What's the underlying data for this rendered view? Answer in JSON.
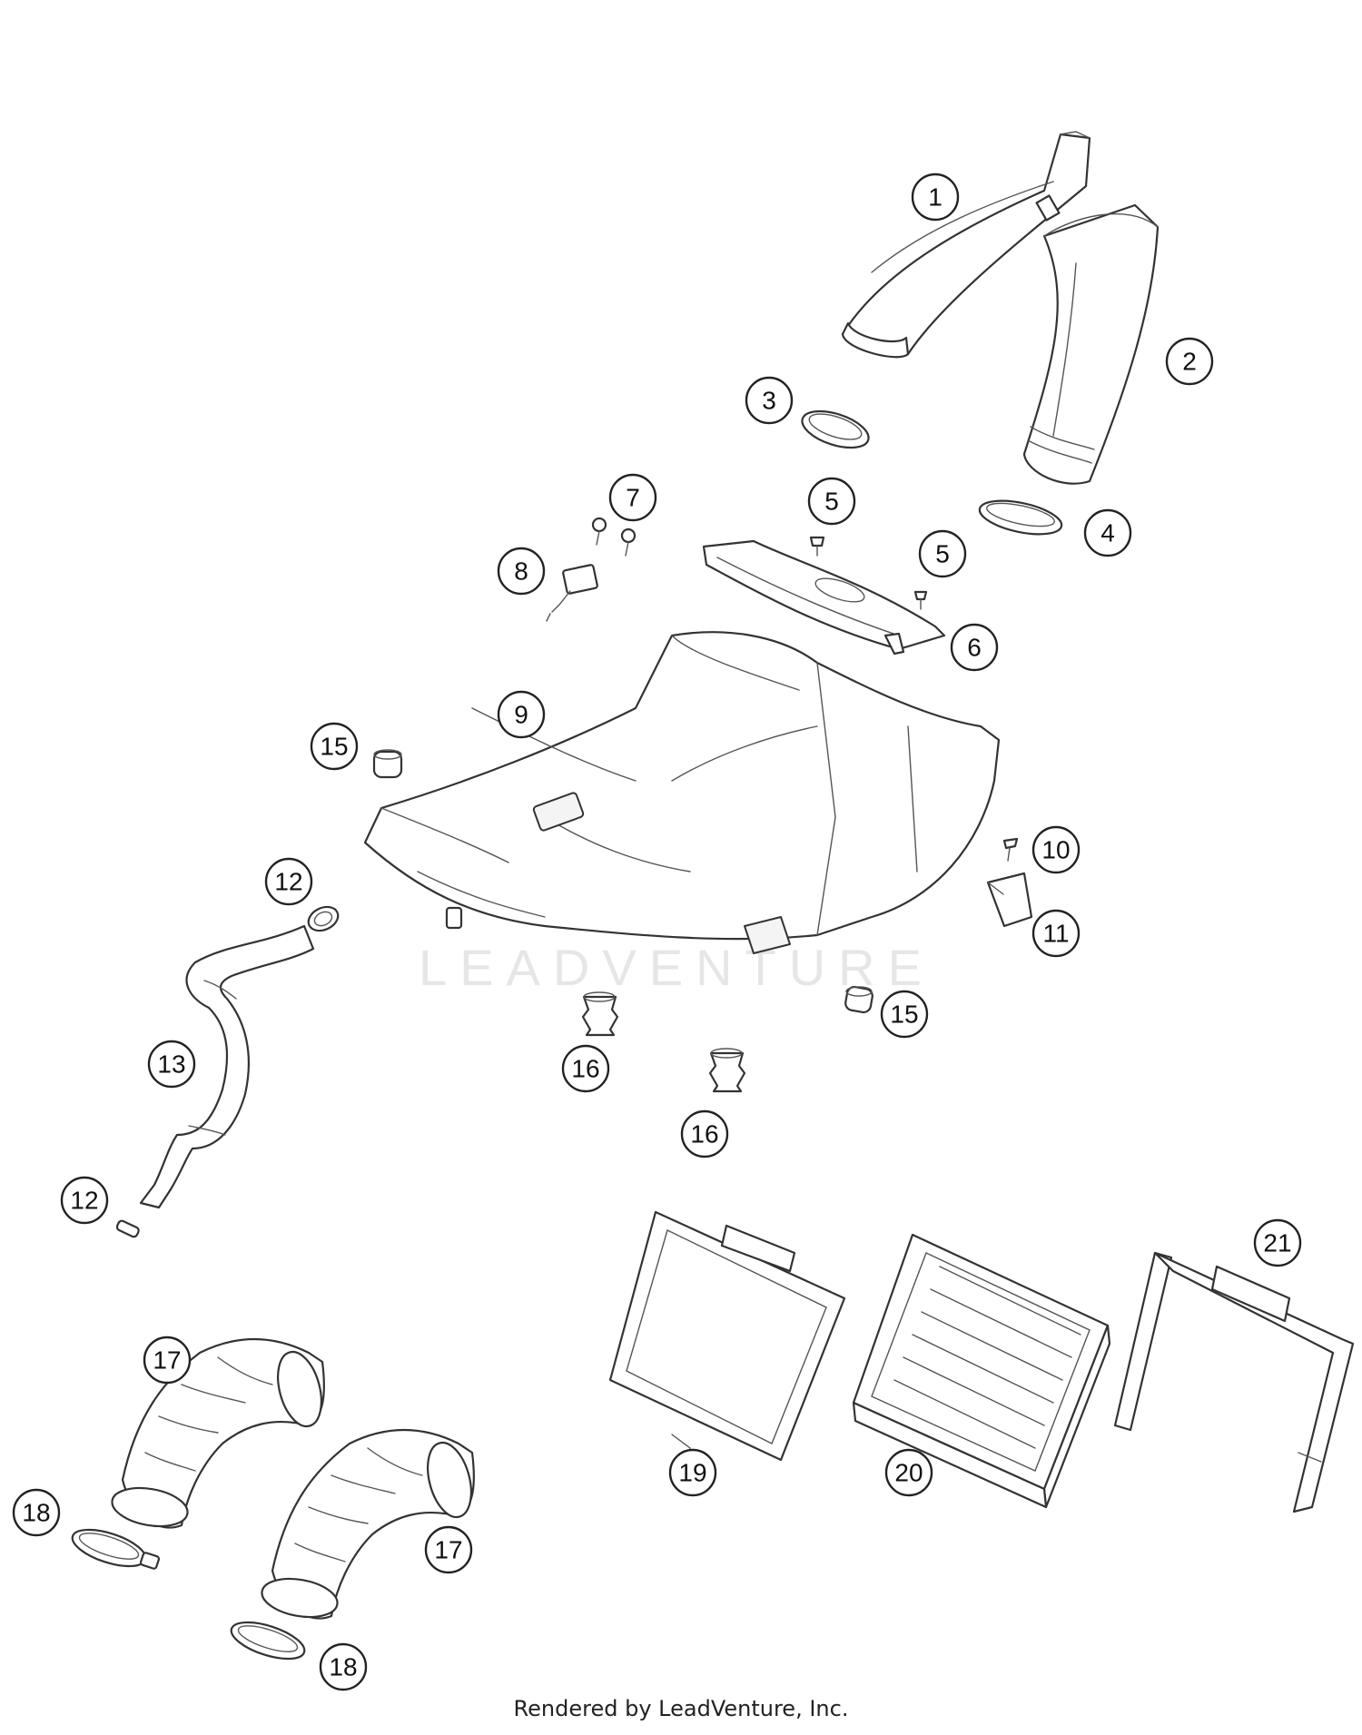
{
  "watermark": "LEADVENTURE",
  "credit": "Rendered by LeadVenture, Inc.",
  "callouts": [
    "1",
    "2",
    "3",
    "4",
    "5",
    "5",
    "6",
    "7",
    "8",
    "9",
    "10",
    "11",
    "12",
    "12",
    "13",
    "15",
    "15",
    "16",
    "16",
    "17",
    "17",
    "18",
    "18",
    "19",
    "20",
    "21"
  ]
}
